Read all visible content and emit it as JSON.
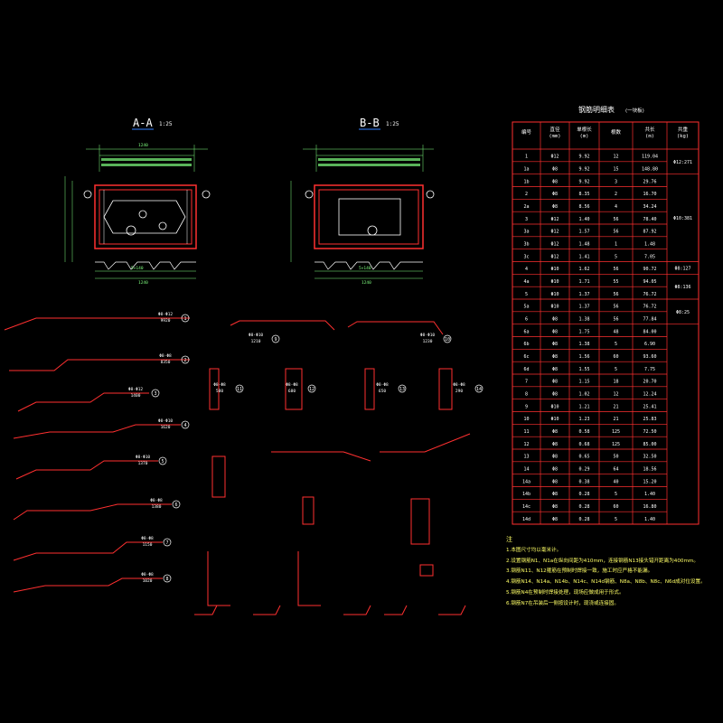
{
  "sections": [
    {
      "label": "A-A",
      "scale": "1:25"
    },
    {
      "label": "B-B",
      "scale": "1:25"
    }
  ],
  "dims": {
    "overall_width": "1240",
    "bottom_span": "5×140",
    "top_width": "1240"
  },
  "table": {
    "title": "钢筋明细表",
    "subtitle": "(一块板)",
    "headers": [
      "编号",
      "直径\n(mm)",
      "单根长\n(m)",
      "根数",
      "共长\n(m)",
      "共重\n(kg)"
    ],
    "rows": [
      [
        "1",
        "Φ12",
        "9.92",
        "12",
        "119.04"
      ],
      [
        "1a",
        "Φ8",
        "9.92",
        "15",
        "148.80"
      ],
      [
        "1b",
        "Φ8",
        "9.92",
        "3",
        "29.76"
      ],
      [
        "2",
        "Φ8",
        "8.35",
        "2",
        "16.70"
      ],
      [
        "2a",
        "Φ8",
        "8.56",
        "4",
        "34.24"
      ],
      [
        "3",
        "Φ12",
        "1.40",
        "56",
        "78.40"
      ],
      [
        "3a",
        "Φ12",
        "1.57",
        "56",
        "87.92"
      ],
      [
        "3b",
        "Φ12",
        "1.48",
        "1",
        "1.48"
      ],
      [
        "3c",
        "Φ12",
        "1.41",
        "5",
        "7.05"
      ],
      [
        "4",
        "Φ10",
        "1.62",
        "56",
        "90.72"
      ],
      [
        "4a",
        "Φ10",
        "1.71",
        "55",
        "94.05"
      ],
      [
        "5",
        "Φ10",
        "1.37",
        "56",
        "76.72"
      ],
      [
        "5a",
        "Φ10",
        "1.37",
        "56",
        "76.72"
      ],
      [
        "6",
        "Φ8",
        "1.38",
        "56",
        "77.84"
      ],
      [
        "6a",
        "Φ8",
        "1.75",
        "48",
        "84.00"
      ],
      [
        "6b",
        "Φ8",
        "1.38",
        "5",
        "6.90"
      ],
      [
        "6c",
        "Φ8",
        "1.56",
        "60",
        "93.60"
      ],
      [
        "6d",
        "Φ8",
        "1.55",
        "5",
        "7.75"
      ],
      [
        "7",
        "Φ8",
        "1.15",
        "18",
        "20.70"
      ],
      [
        "8",
        "Φ8",
        "1.02",
        "12",
        "12.24"
      ],
      [
        "9",
        "Φ10",
        "1.21",
        "21",
        "25.41"
      ],
      [
        "10",
        "Φ10",
        "1.23",
        "21",
        "25.83"
      ],
      [
        "11",
        "Φ8",
        "0.58",
        "125",
        "72.50"
      ],
      [
        "12",
        "Φ8",
        "0.68",
        "125",
        "85.00"
      ],
      [
        "13",
        "Φ8",
        "0.65",
        "50",
        "32.50"
      ],
      [
        "14",
        "Φ8",
        "0.29",
        "64",
        "18.56"
      ],
      [
        "14a",
        "Φ8",
        "0.38",
        "40",
        "15.20"
      ],
      [
        "14b",
        "Φ8",
        "0.28",
        "5",
        "1.40"
      ],
      [
        "14c",
        "Φ8",
        "0.28",
        "60",
        "16.80"
      ],
      [
        "14d",
        "Φ8",
        "0.28",
        "5",
        "1.40"
      ]
    ],
    "weights": [
      {
        "text": "Φ12:271",
        "row_start": 0,
        "row_end": 1
      },
      {
        "text": "Φ10:381",
        "row_start": 2,
        "row_end": 8
      },
      {
        "text": "Φ8:127",
        "row_start": 9,
        "row_end": 9
      },
      {
        "text": "Φ8:136",
        "row_start": 10,
        "row_end": 11
      },
      {
        "text": "Φ8:25",
        "row_start": 12,
        "row_end": 13
      }
    ]
  },
  "notes": {
    "heading": "注",
    "items": [
      "1.本图尺寸均以毫米计。",
      "2.设置钢筋N1、N1a在纵向间距为410mm，连接钢筋N13接头错开距离为400mm。",
      "3.钢筋N11、N12箍筋在预制时焊接一致，施工时应严格不能漏。",
      "4.钢筋N14、N14a、N14b、N14c、N14d钢筋、N8a、N8b、N8c、N6d成对位设置。",
      "5.钢筋N4在预制时焊接处理，现场应做成用于形式。",
      "6.钢筋N7在吊装后一侧按设计时，现浇或连接固。"
    ]
  },
  "bar_labels": [
    {
      "code": "1",
      "dims": [
        "Φ8·Φ12",
        "9920"
      ]
    },
    {
      "code": "2",
      "dims": [
        "Φ8·Φ8",
        "8350"
      ]
    },
    {
      "code": "3",
      "dims": [
        "Φ8·Φ12",
        "1400"
      ]
    },
    {
      "code": "4",
      "dims": [
        "Φ8·Φ10",
        "1620"
      ]
    },
    {
      "code": "5",
      "dims": [
        "Φ8·Φ10",
        "1370"
      ]
    },
    {
      "code": "6",
      "dims": [
        "Φ8·Φ8",
        "1380"
      ]
    },
    {
      "code": "7",
      "dims": [
        "Φ8·Φ8",
        "1150"
      ]
    },
    {
      "code": "8",
      "dims": [
        "Φ8·Φ8",
        "1020"
      ]
    },
    {
      "code": "9",
      "dims": [
        "Φ8·Φ10",
        "1210"
      ]
    },
    {
      "code": "10",
      "dims": [
        "Φ8·Φ10",
        "1230"
      ]
    },
    {
      "code": "11",
      "dims": [
        "Φ8·Φ8",
        "580"
      ]
    },
    {
      "code": "12",
      "dims": [
        "Φ8·Φ8",
        "680"
      ]
    },
    {
      "code": "13",
      "dims": [
        "Φ8·Φ8",
        "650"
      ]
    },
    {
      "code": "14",
      "dims": [
        "Φ8·Φ8",
        "290"
      ]
    }
  ],
  "colors": {
    "background": "#000000",
    "concrete": "#ff3030",
    "rebar": "#ffffff",
    "dimension": "#7fff7f",
    "frame": "#ff3030",
    "notes": "#ffff66",
    "label_circle": "#ffffff"
  }
}
